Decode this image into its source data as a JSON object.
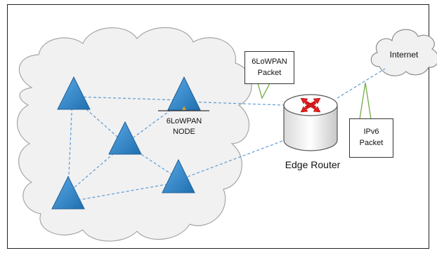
{
  "labels": {
    "node_line1": "6LoWPAN",
    "node_line2": "NODE",
    "router": "Edge Router",
    "internet": "Internet",
    "packet_6lowpan_line1": "6LoWPAN",
    "packet_6lowpan_line2": "Packet",
    "packet_ipv6_line1": "IPv6",
    "packet_ipv6_line2": "Packet"
  },
  "colors": {
    "node_fill": "#2e86c8",
    "link": "#5b9bd5",
    "router_arrow": "#e02020",
    "cloud_fill": "#f1f1f1",
    "callout_pointer": "#70ad47"
  },
  "icons": [
    "triangle-node-icon",
    "edge-router-icon",
    "internet-cloud-icon"
  ]
}
